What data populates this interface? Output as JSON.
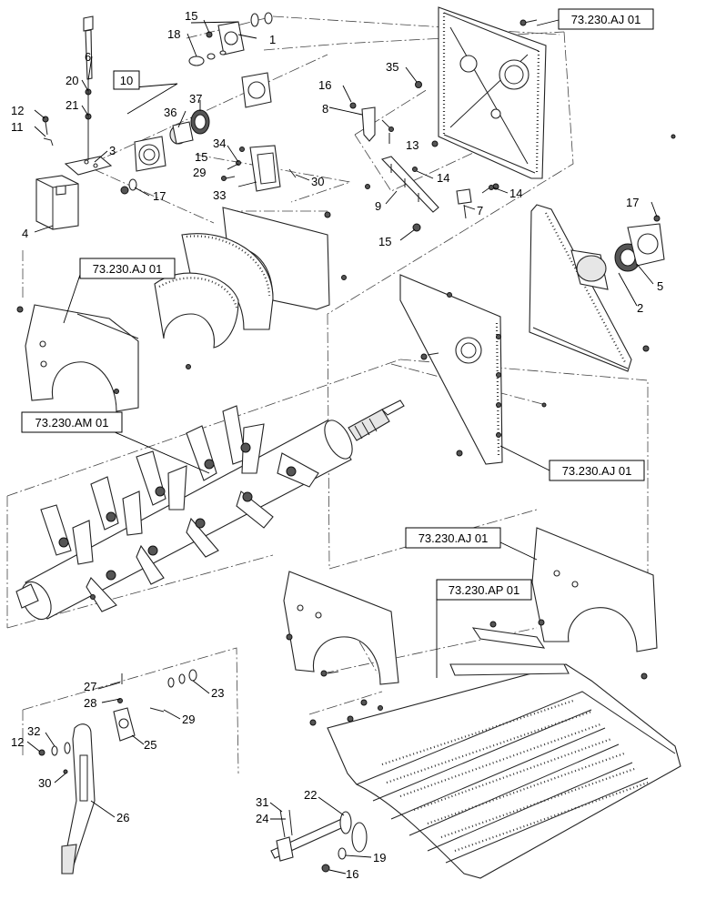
{
  "diagram": {
    "callouts": [
      "1",
      "2",
      "3",
      "4",
      "5",
      "6",
      "7",
      "8",
      "9",
      "10",
      "11",
      "12",
      "13",
      "14",
      "15",
      "16",
      "17",
      "18",
      "19",
      "20",
      "21",
      "22",
      "23",
      "24",
      "25",
      "26",
      "27",
      "28",
      "29",
      "30",
      "31",
      "32",
      "33",
      "34",
      "35",
      "36",
      "37"
    ],
    "references": {
      "ref_top": "73.230.AJ 01",
      "ref_left": "73.230.AJ 01",
      "ref_rotor": "73.230.AM 01",
      "ref_mid_right": "73.230.AJ 01",
      "ref_lower_right": "73.230.AJ 01",
      "ref_concave": "73.230.AP 01"
    }
  }
}
